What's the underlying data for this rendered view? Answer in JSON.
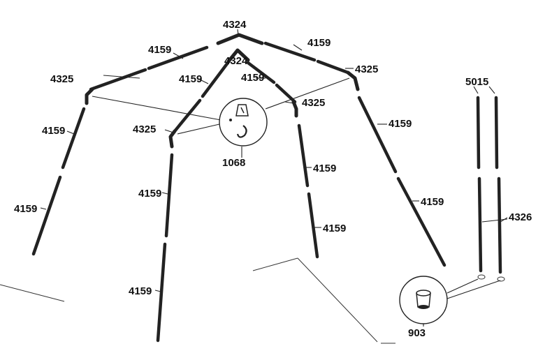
{
  "part_numbers": {
    "apex_hub": "4324",
    "apex_hub_alt": "4324",
    "corner_connector": "4325",
    "pole": "4159",
    "hanger": "1068",
    "leg_pole": "5015",
    "leg_extension": "4326",
    "foot": "903"
  },
  "labels": [
    "4324",
    "4324",
    "4159",
    "4159",
    "4159",
    "4159",
    "4159",
    "4159",
    "4159",
    "4159",
    "4159",
    "4159",
    "4159",
    "4159",
    "4325",
    "4325",
    "4325",
    "4325",
    "1068",
    "5015",
    "4326",
    "903"
  ]
}
